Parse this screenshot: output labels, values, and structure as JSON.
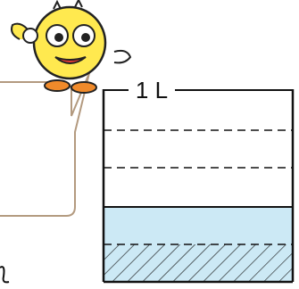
{
  "container": {
    "label": "1 L",
    "divisions": 4,
    "filled_parts": 1,
    "shaded_parts": 0.5
  },
  "colors": {
    "water": "#cce9f5",
    "outline": "#111111",
    "bubble_border": "#b39a7f",
    "character_yellow": "#ffe94f",
    "character_orange": "#f08a2a"
  },
  "icons": {
    "character": "mascot-character-icon",
    "bubble": "speech-bubble-icon"
  }
}
